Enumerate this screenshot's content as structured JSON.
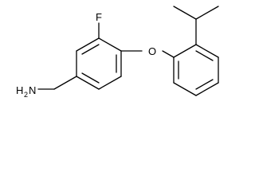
{
  "molecule": {
    "atom_labels": {
      "fluorine": "F",
      "oxygen": "O",
      "amine_h": "H",
      "amine_sub": "2",
      "amine_n": "N"
    }
  }
}
